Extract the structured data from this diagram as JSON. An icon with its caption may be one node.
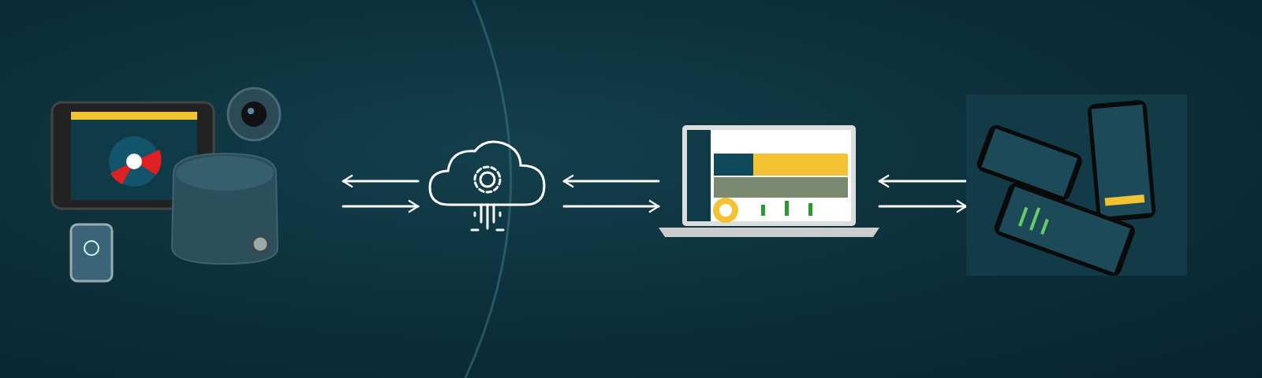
{
  "diagram": {
    "nodes": [
      {
        "text": [],
        "shape": "picture"
      },
      {
        "text": [],
        "shape": "picture"
      },
      {
        "text": [],
        "shape": "picture"
      },
      {
        "text": [],
        "shape": "picture"
      }
    ],
    "edges": [
      {
        "from": 1,
        "to": 0,
        "arrow": "to"
      },
      {
        "from": 0,
        "to": 1,
        "arrow": "to"
      },
      {
        "from": 2,
        "to": 1,
        "arrow": "to"
      },
      {
        "from": 1,
        "to": 2,
        "arrow": "to"
      },
      {
        "from": 3,
        "to": 2,
        "arrow": "to"
      },
      {
        "from": 2,
        "to": 3,
        "arrow": "to"
      }
    ]
  }
}
